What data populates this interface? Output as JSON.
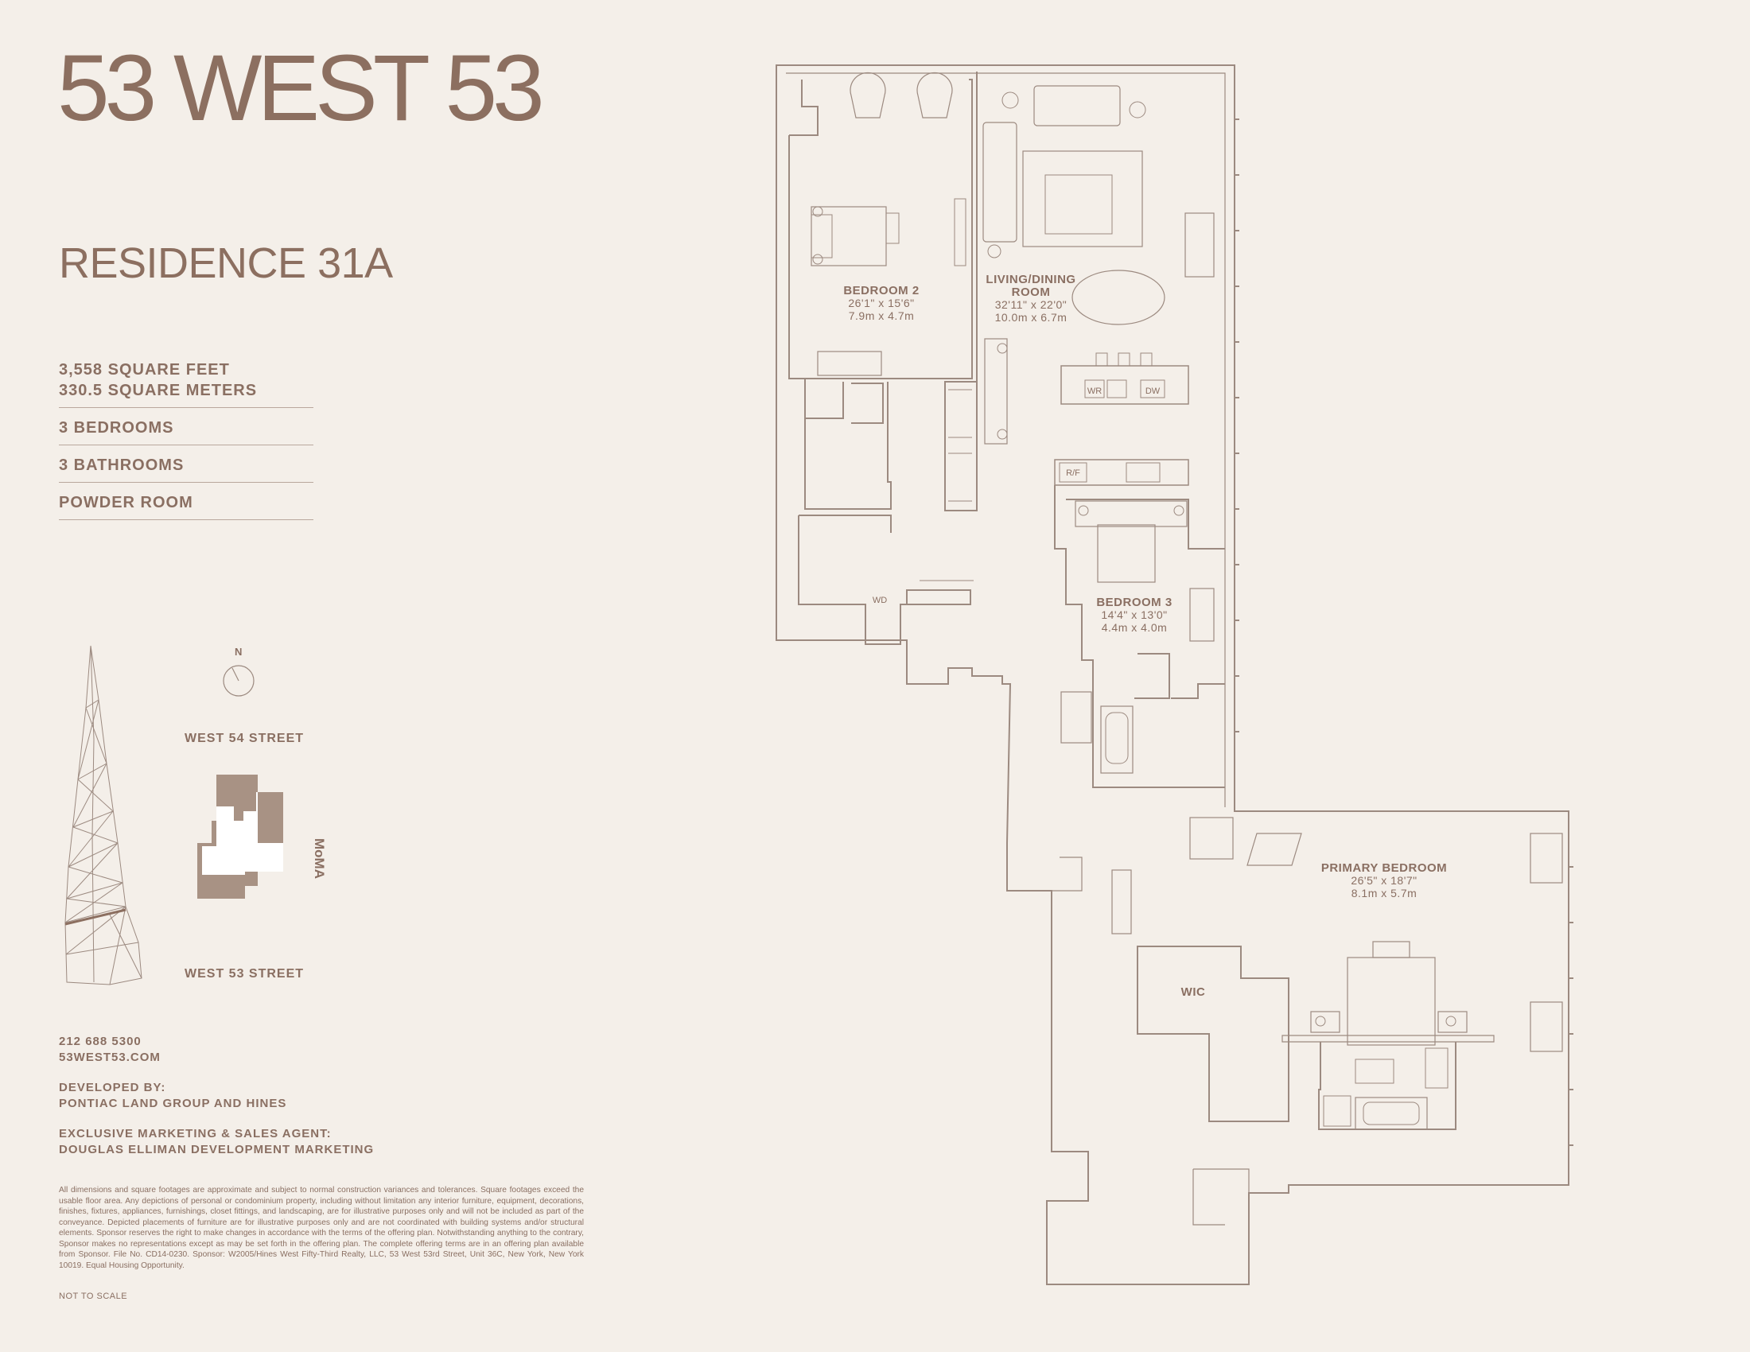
{
  "brand": "53 WEST 53",
  "residence": "RESIDENCE 31A",
  "specs": {
    "sq_ft": "3,558 SQUARE FEET",
    "sq_m": "330.5 SQUARE METERS",
    "bedrooms": "3 BEDROOMS",
    "bathrooms": "3 BATHROOMS",
    "powder": "POWDER ROOM"
  },
  "map": {
    "north": "N",
    "street_north": "WEST 54 STREET",
    "street_south": "WEST 53 STREET",
    "moma": "MoMA"
  },
  "contact": {
    "phone": "212 688 5300",
    "website": "53WEST53.COM",
    "developed_by_label": "DEVELOPED BY:",
    "developed_by": "PONTIAC LAND GROUP AND HINES",
    "agent_label": "EXCLUSIVE MARKETING & SALES AGENT:",
    "agent": "DOUGLAS ELLIMAN DEVELOPMENT MARKETING"
  },
  "disclaimer": "All dimensions and square footages are approximate and subject to normal construction variances and tolerances. Square footages exceed the usable floor area. Any depictions of personal or condominium property, including without limitation any interior furniture, equipment, decorations, finishes, fixtures, appliances, furnishings, closet fittings, and landscaping, are for illustrative purposes only and will not be included as part of the conveyance. Depicted placements of furniture are for illustrative purposes only and are not coordinated with building systems and/or structural elements. Sponsor reserves the right to make changes in accordance with the terms of the offering plan. Notwithstanding anything to the contrary, Sponsor makes no representations except as may be set forth in the offering plan. The complete offering terms are in an offering plan available from Sponsor. File No. CD14-0230. Sponsor: W2005/Hines West Fifty-Third Realty, LLC, 53 West 53rd Street, Unit 36C, New York, New York 10019. Equal Housing Opportunity.",
  "not_to_scale": "NOT TO SCALE",
  "rooms": {
    "bedroom2": {
      "name": "BEDROOM 2",
      "imperial": "26'1\" x 15'6\"",
      "metric": "7.9m x 4.7m"
    },
    "living": {
      "name1": "LIVING/DINING",
      "name2": "ROOM",
      "imperial": "32'11\" x 22'0\"",
      "metric": "10.0m x 6.7m"
    },
    "bedroom3": {
      "name": "BEDROOM 3",
      "imperial": "14'4\" x 13'0\"",
      "metric": "4.4m x 4.0m"
    },
    "primary": {
      "name": "PRIMARY BEDROOM",
      "imperial": "26'5\" x 18'7\"",
      "metric": "8.1m x 5.7m"
    },
    "wic": "WIC"
  },
  "appliances": {
    "wr": "WR",
    "dw": "DW",
    "rf": "R/F",
    "wd": "WD"
  },
  "colors": {
    "background": "#f4efe9",
    "ink": "#8a6f62",
    "line": "#9c8a80",
    "building": "#a89284"
  }
}
